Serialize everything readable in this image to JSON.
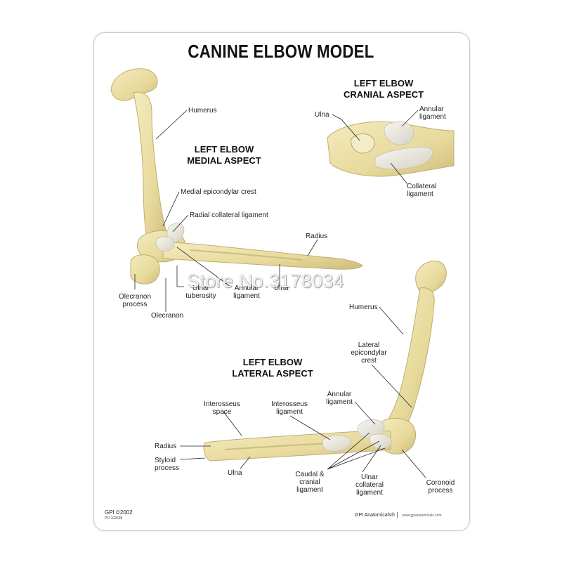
{
  "title": "CANINE ELBOW MODEL",
  "colors": {
    "bone": "#ece0a5",
    "bone_shade": "#c9b978",
    "ligament": "#e9e7dc",
    "line": "#222222"
  },
  "medial": {
    "heading_1": "LEFT ELBOW",
    "heading_2": "MEDIAL ASPECT",
    "labels": {
      "humerus": "Humerus",
      "medial_epicondylar_crest": "Medial epicondylar crest",
      "radial_collateral_ligament": "Radial collateral ligament",
      "radius": "Radius",
      "olecranon_process_1": "Olecranon",
      "olecranon_process_2": "process",
      "olecranon": "Olecranon",
      "ulnar_tuberosity_1": "Ulnar",
      "ulnar_tuberosity_2": "tuberosity",
      "annular_ligament_1": "Annular",
      "annular_ligament_2": "ligament",
      "ulna": "Ulna"
    }
  },
  "cranial": {
    "heading_1": "LEFT ELBOW",
    "heading_2": "CRANIAL ASPECT",
    "labels": {
      "ulna": "Ulna",
      "annular_ligament_1": "Annular",
      "annular_ligament_2": "ligament",
      "collateral_ligament_1": "Collateral",
      "collateral_ligament_2": "ligament"
    }
  },
  "lateral": {
    "heading_1": "LEFT ELBOW",
    "heading_2": "LATERAL ASPECT",
    "labels": {
      "humerus": "Humerus",
      "lateral_epicondylar_crest_1": "Lateral",
      "lateral_epicondylar_crest_2": "epicondylar",
      "lateral_epicondylar_crest_3": "crest",
      "annular_ligament_1": "Annular",
      "annular_ligament_2": "ligament",
      "interosseus_space_1": "Interosseus",
      "interosseus_space_2": "space",
      "interosseus_ligament_1": "Interosseus",
      "interosseus_ligament_2": "ligament",
      "radius": "Radius",
      "styloid_process_1": "Styloid",
      "styloid_process_2": "process",
      "ulna": "Ulna",
      "caudal_cranial_ligament_1": "Caudal &",
      "caudal_cranial_ligament_2": "cranial",
      "caudal_cranial_ligament_3": "ligament",
      "ulnar_collateral_ligament_1": "Ulnar",
      "ulnar_collateral_ligament_2": "collateral",
      "ulnar_collateral_ligament_3": "ligament",
      "coronoid_process_1": "Coronoid",
      "coronoid_process_2": "process"
    }
  },
  "watermark": "Store No.3178034",
  "footer": {
    "copyright": "GPI ©2002",
    "po": "PO 102699",
    "brand": "GPI Anatomicals®",
    "url": "www.gpianatomicals.com"
  }
}
